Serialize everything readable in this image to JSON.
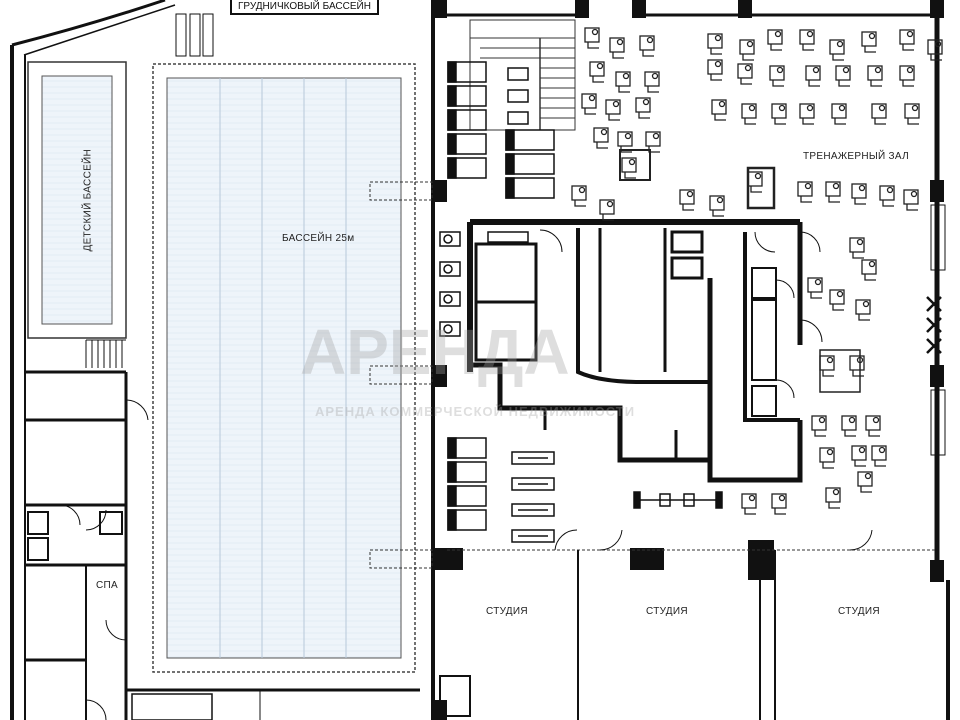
{
  "labels": {
    "hydro_pool": "ГРУДНИЧКОВЫЙ БАССЕЙН",
    "kids_pool": "ДЕТСКИЙ БАССЕЙН",
    "main_pool": "БАССЕЙН 25м",
    "gym": "ТРЕНАЖЕРНЫЙ ЗАЛ",
    "spa": "СПА",
    "studio_1": "СТУДИЯ",
    "studio_2": "СТУДИЯ",
    "studio_3": "СТУДИЯ"
  },
  "watermark": {
    "main": "АРЕНДА",
    "sub": "АРЕНДА КОММЕРЧЕСКОЙ НЕДВИЖИМОСТИ"
  },
  "colors": {
    "wall": "#111111",
    "pool_water": "#e8f0f7",
    "pool_lane": "#c9d7e6",
    "line": "#333333"
  }
}
